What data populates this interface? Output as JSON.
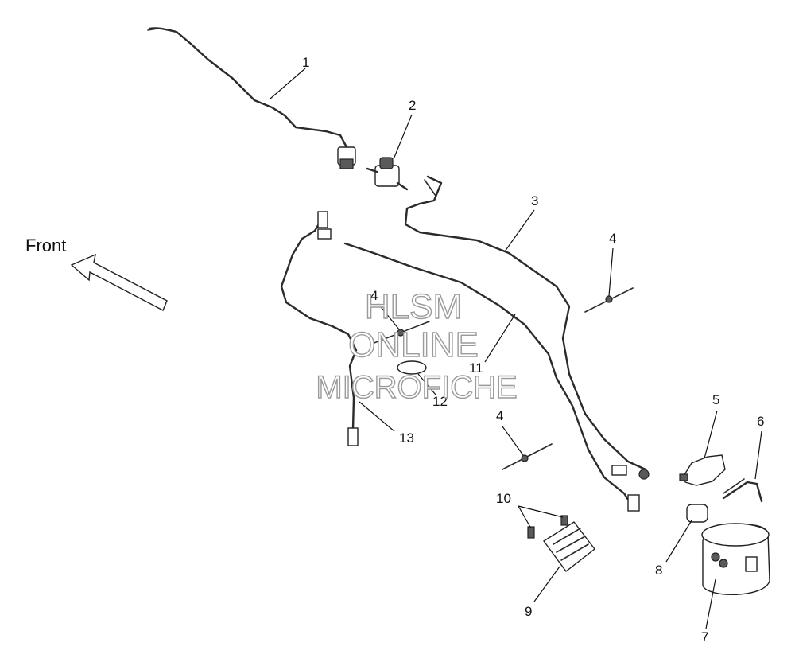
{
  "front_label": "Front",
  "watermark": {
    "line1": "HLSM",
    "line2": "ONLINE",
    "line3": "MICROFICHE"
  },
  "callouts": [
    "1",
    "2",
    "3",
    "4",
    "4",
    "4",
    "5",
    "6",
    "7",
    "8",
    "9",
    "10",
    "11",
    "12",
    "13"
  ]
}
